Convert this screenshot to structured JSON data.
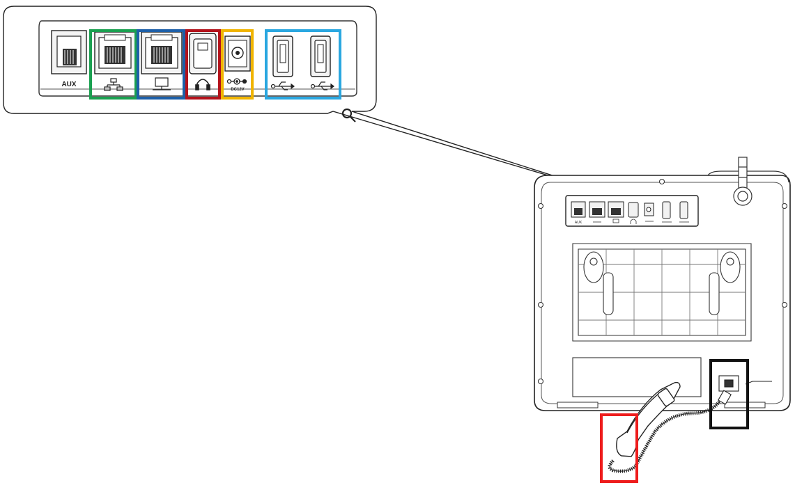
{
  "labels": {
    "aux": "AUX",
    "dc": "DC12V",
    "small_aux": "AUX"
  },
  "highlights": {
    "internet_port": "#1aa050",
    "pc_port": "#1d5fa8",
    "headset_port": "#b3121b",
    "power_port": "#f0b400",
    "usb_ports": "#2aa7e0",
    "handset": "#ee1c1c",
    "handset_port": "#111111"
  },
  "icons": [
    "magnifier-icon",
    "network-icon",
    "pc-icon",
    "headset-icon",
    "power-icon",
    "usb-icon"
  ]
}
